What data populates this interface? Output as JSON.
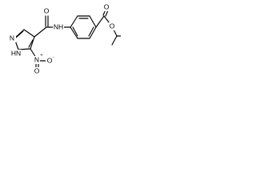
{
  "molecule": {
    "colors": {
      "line": "#000000",
      "background": "#ffffff"
    },
    "atoms": {
      "carbonyl_o_amide": "O",
      "amide_nh": "NH",
      "imidazole_n": "N",
      "imidazole_hn": "HN",
      "nitro_n": "N",
      "nitro_plus": "+",
      "nitro_o": "O",
      "nitro_minus": "-",
      "ester_carbonyl_o": "O",
      "ester_o": "O"
    }
  }
}
